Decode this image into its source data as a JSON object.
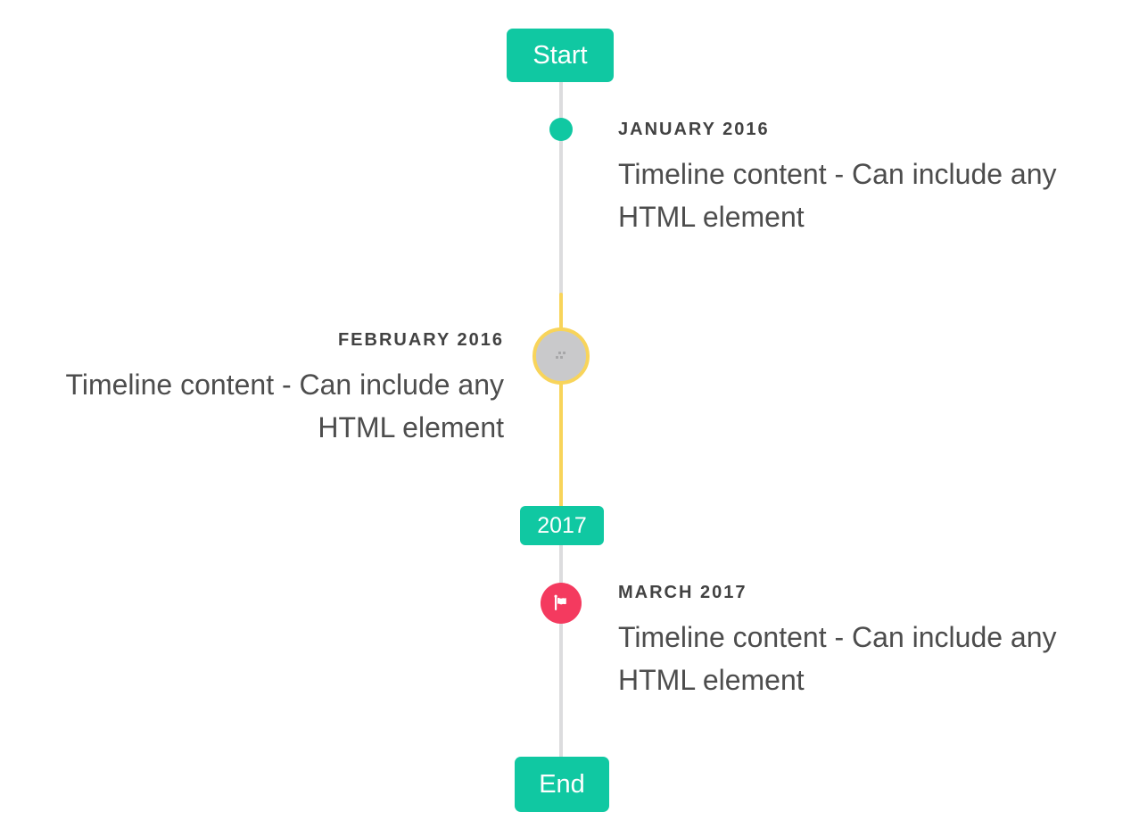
{
  "timeline": {
    "start_label": "Start",
    "end_label": "End",
    "year_badge_label": "2017",
    "items": [
      {
        "title": "JANUARY 2016",
        "content": "Timeline content - Can include any HTML element",
        "side": "right",
        "marker": "teal-dot"
      },
      {
        "title": "FEBRUARY 2016",
        "content": "Timeline content - Can include any HTML element",
        "side": "left",
        "marker": "gray-circle-broken-image-yellow-ring"
      },
      {
        "title": "MARCH 2017",
        "content": "Timeline content - Can include any HTML element",
        "side": "right",
        "marker": "red-flag-circle"
      }
    ],
    "colors": {
      "accent_teal": "#10c8a2",
      "highlight_yellow": "#f8d45a",
      "flag_red": "#f43a5f",
      "line_gray": "#dcdcde",
      "circle_gray": "#c9c9cb",
      "title_text": "#424242",
      "content_text": "#4d4d4d",
      "badge_text": "#ffffff"
    }
  }
}
